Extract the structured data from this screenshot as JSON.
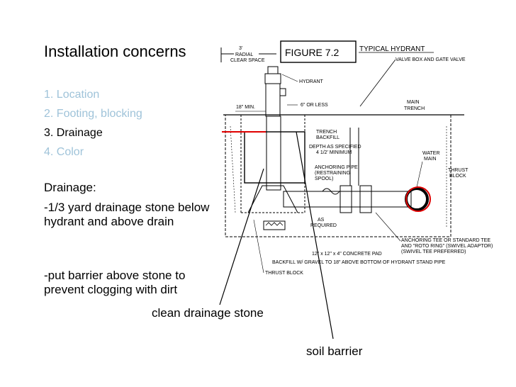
{
  "title": "Installation concerns",
  "list": [
    {
      "label": "1. Location",
      "state": "dim"
    },
    {
      "label": "2. Footing, blocking",
      "state": "dim"
    },
    {
      "label": "3. Drainage",
      "state": "active"
    },
    {
      "label": "4. Color",
      "state": "dim"
    }
  ],
  "drainage_heading": "Drainage:",
  "bullets": [
    "-1/3 yard drainage stone below hydrant and above drain",
    "-put barrier above stone to prevent clogging with dirt"
  ],
  "callouts": {
    "stone": "clean drainage stone",
    "barrier": "soil barrier"
  },
  "colors": {
    "dim_text": "#9fc3d9",
    "marker": "#e00000"
  },
  "figure": {
    "number": "FIGURE 7.2",
    "caption": "TYPICAL HYDRANT",
    "labels": {
      "clearance": "3' RADIAL CLEAR SPACE",
      "valve_box": "VALVE BOX AND GATE VALVE",
      "hydrant": "HYDRANT",
      "min": "18\" MIN.",
      "or_less": "6\" OR LESS",
      "main_trench": "MAIN TRENCH",
      "trench_backfill": "TRENCH BACKFILL",
      "depth": "DEPTH AS SPECIFIED 4 1/2' MINIMUM",
      "anchoring_pipe": "ANCHORING PIPE (RESTRAINING SPOOL)",
      "water_main": "WATER MAIN",
      "thrust_block_r": "THRUST BLOCK",
      "as_required": "AS REQUIRED",
      "tee": "ANCHORING TEE OR STANDARD TEE AND \"ROTO RING\" (SWIVEL ADAPTOR) (SWIVEL TEE PREFERRED)",
      "pad": "12\" x 12\" x 4\" CONCRETE PAD",
      "backfill": "BACKFILL W/ GRAVEL TO 18\" ABOVE BOTTOM OF HYDRANT STAND PIPE",
      "thrust_block_b": "THRUST BLOCK"
    }
  }
}
